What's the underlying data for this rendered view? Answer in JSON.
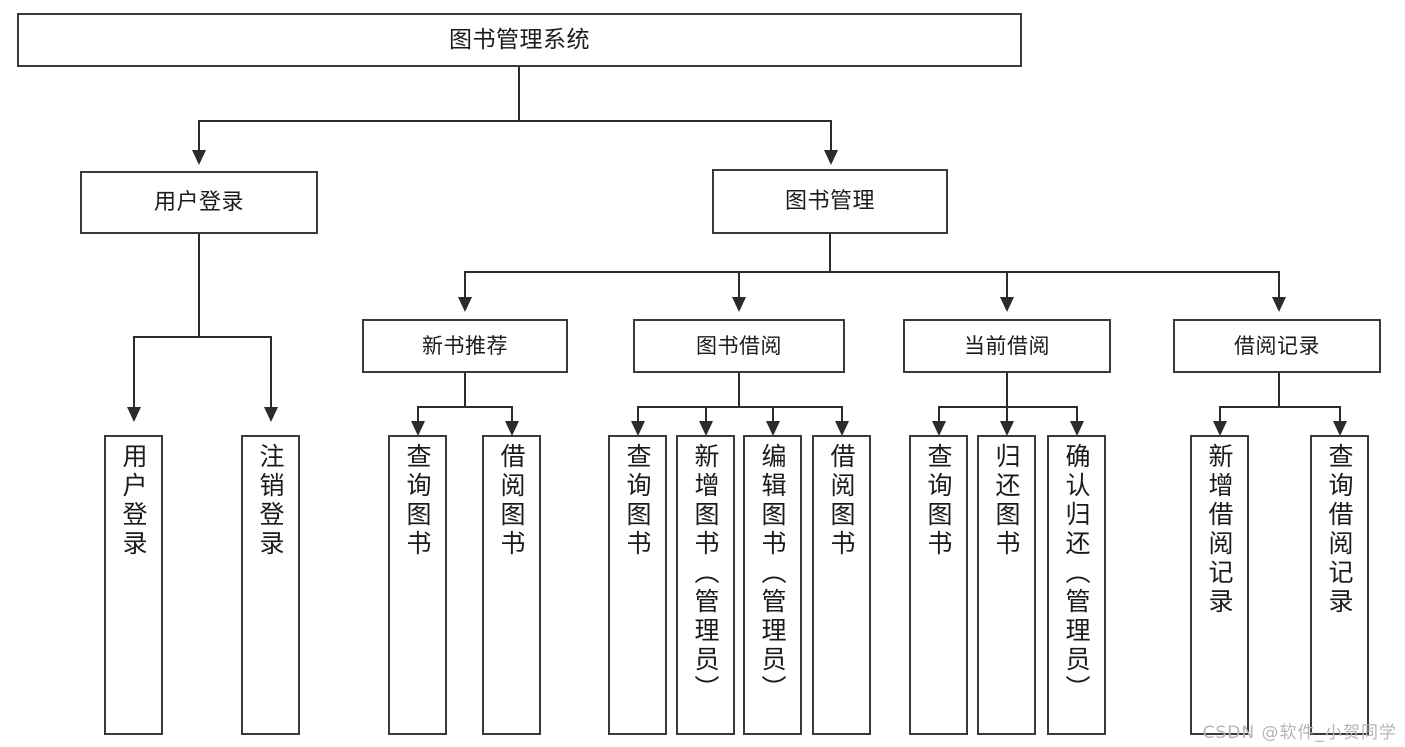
{
  "diagram": {
    "title": "图书管理系统",
    "root": {
      "label": "图书管理系统"
    },
    "level1": [
      {
        "label": "用户登录"
      },
      {
        "label": "图书管理"
      }
    ],
    "level2": [
      {
        "label": "新书推荐"
      },
      {
        "label": "图书借阅"
      },
      {
        "label": "当前借阅"
      },
      {
        "label": "借阅记录"
      }
    ],
    "leaves": [
      {
        "label": "用户登录"
      },
      {
        "label": "注销登录"
      },
      {
        "label": "查询图书"
      },
      {
        "label": "借阅图书"
      },
      {
        "label": "查询图书"
      },
      {
        "label": "新增图书（管理员）"
      },
      {
        "label": "编辑图书（管理员）"
      },
      {
        "label": "借阅图书"
      },
      {
        "label": "查询图书"
      },
      {
        "label": "归还图书"
      },
      {
        "label": "确认归还（管理员）"
      },
      {
        "label": "新增借阅记录"
      },
      {
        "label": "查询借阅记录"
      }
    ],
    "watermark": "CSDN @软件_小贺同学",
    "colors": {
      "background": "#ffffff",
      "box_border": "#3a3a3a",
      "connector": "#2b2b2b",
      "text": "#1b1b1b",
      "watermark": "#b6b6b6"
    }
  }
}
